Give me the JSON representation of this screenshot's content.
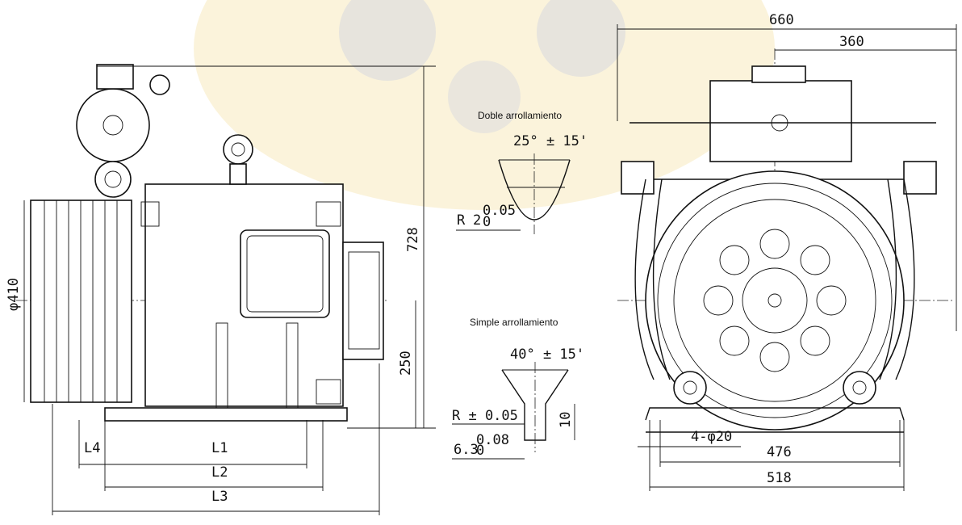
{
  "labels": {
    "L1": "L1",
    "L2": "L2",
    "L3": "L3",
    "L4": "L4",
    "diam_410": "φ410",
    "h_728": "728",
    "h_250": "250",
    "w_660": "660",
    "w_360": "360",
    "w_476": "476",
    "w_518": "518",
    "holes": "4-φ20"
  },
  "details": {
    "doble": {
      "caption": "Doble arrollamiento",
      "angle": "25° ± 15'",
      "radius": "R",
      "radius_value": "2",
      "radius_sup": "0.05",
      "radius_sub": "0"
    },
    "simple": {
      "caption": "Simple arrollamiento",
      "angle": "40° ± 15'",
      "radius": "R ± 0.05",
      "depth": "10",
      "width_value": "6.3",
      "width_sup": "0.08",
      "width_sub": "0"
    }
  },
  "colors": {
    "watermark_yellow": "#f6e6b0",
    "watermark_grey": "#d9d9d9",
    "ink": "#111111"
  }
}
